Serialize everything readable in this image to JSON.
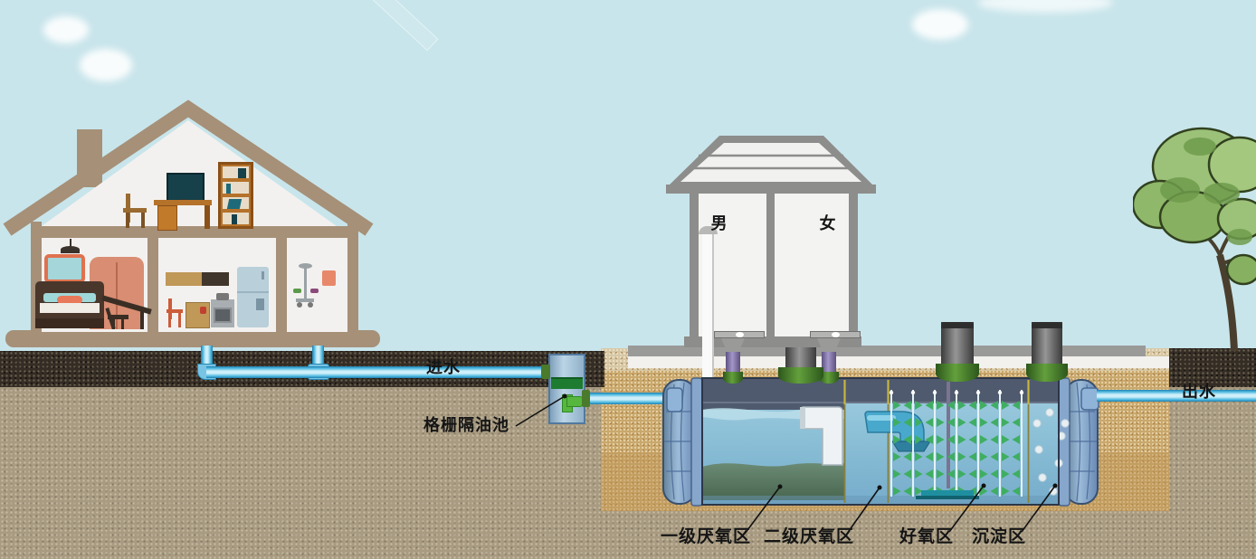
{
  "labels": {
    "inlet_pipe": "进水",
    "grease_trap": "格栅隔油池",
    "outlet_pipe": "出水",
    "mens_room": "男",
    "womens_room": "女"
  },
  "tank": {
    "media_grid": {
      "rows": 6,
      "cols": 6
    },
    "zones": [
      {
        "label": "一级厌氧区"
      },
      {
        "label": "二级厌氧区"
      },
      {
        "label": "好氧区"
      },
      {
        "label": "沉淀区"
      }
    ]
  },
  "colors": {
    "sky": "#c8e5eb",
    "soil_dark": "#342d25",
    "soil_sandy": "#a89b81",
    "gravel": "#c9a86d",
    "pipe_blue": "#52bce2",
    "media_green": "#3fae62",
    "collar_green": "#4a7a2c",
    "tank_top": "#4f5a6e",
    "tank_water": "#8ec2d8",
    "house_frame": "#a69078",
    "toilet_frame": "#8d8d8b"
  }
}
